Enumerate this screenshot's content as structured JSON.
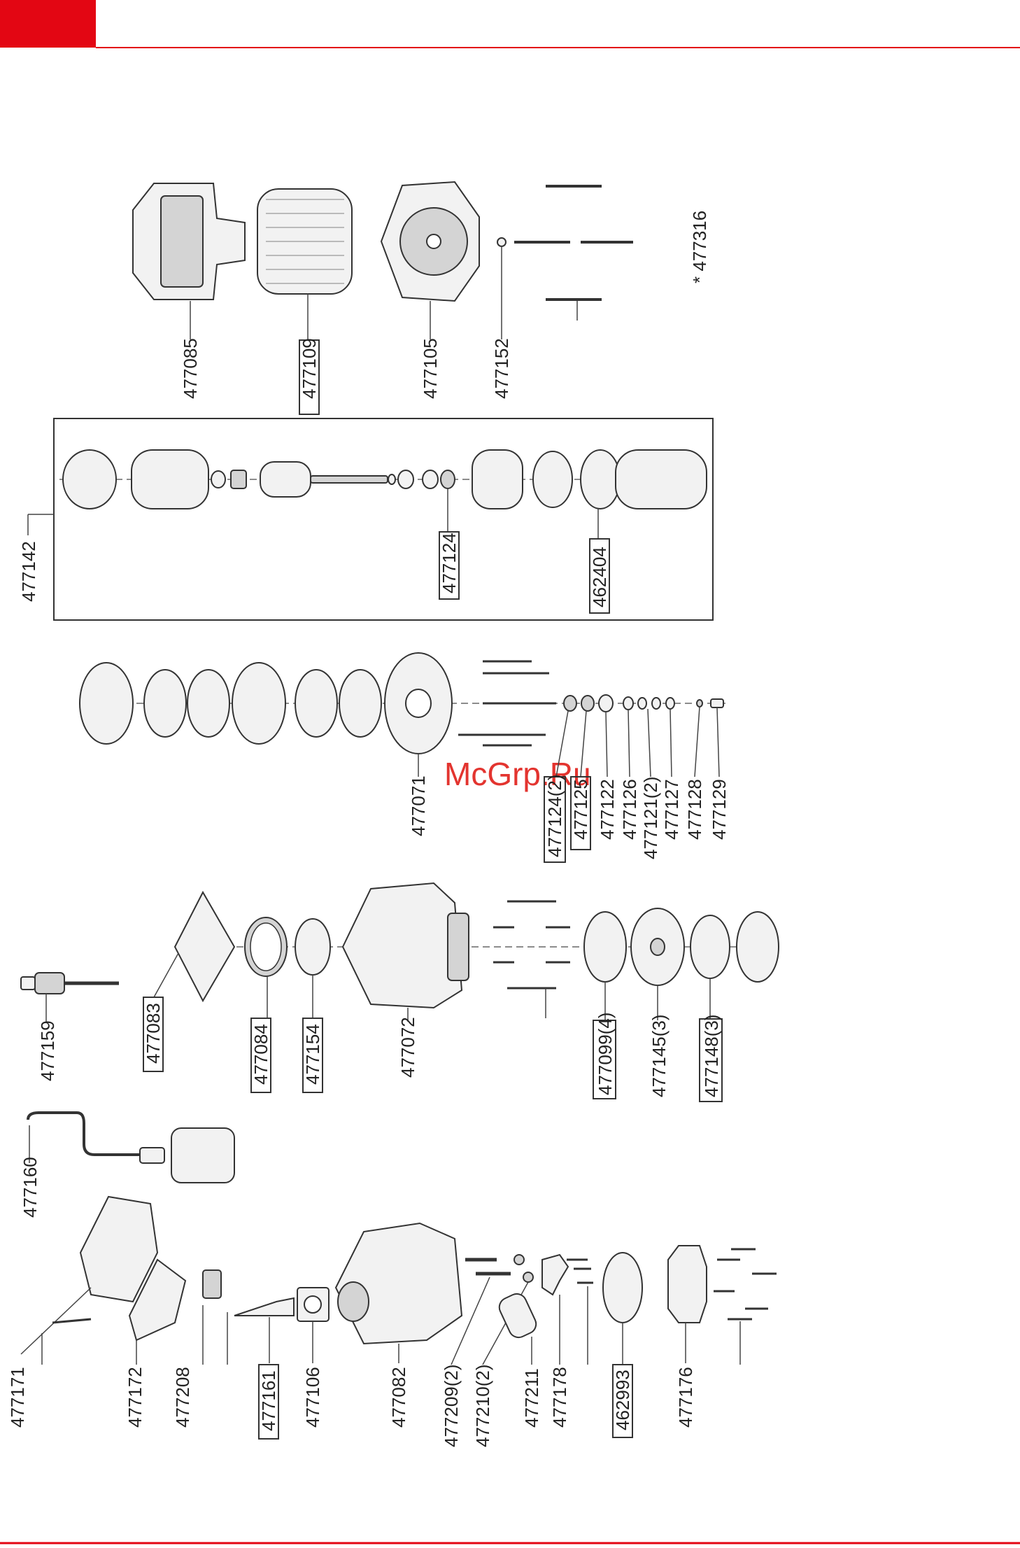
{
  "brand": {
    "accent": "#e30613",
    "watermark_color": "#e3342f"
  },
  "watermark": "McGrp.Ru",
  "note": "* 477316",
  "labels": {
    "p477085": "477085",
    "p477109": "477109",
    "p477105": "477105",
    "p477152": "477152",
    "p477142": "477142",
    "p477124": "477124",
    "p462404": "462404",
    "p477071": "477071",
    "p477124x2": "477124(2)",
    "p477125": "477125",
    "p477122": "477122",
    "p477126": "477126",
    "p477121x2": "477121(2)",
    "p477127": "477127",
    "p477128": "477128",
    "p477129": "477129",
    "p477159": "477159",
    "p477083": "477083",
    "p477084": "477084",
    "p477154": "477154",
    "p477072": "477072",
    "p477099x4": "477099(4)",
    "p477145x3": "477145(3)",
    "p477148x3": "477148(3)",
    "p477160": "477160",
    "p477171": "477171",
    "p477172": "477172",
    "p477208": "477208",
    "p477161": "477161",
    "p477106": "477106",
    "p477082": "477082",
    "p477209x2": "477209(2)",
    "p477210x2": "477210(2)",
    "p477211": "477211",
    "p477178": "477178",
    "p462993": "462993",
    "p477176": "477176"
  }
}
